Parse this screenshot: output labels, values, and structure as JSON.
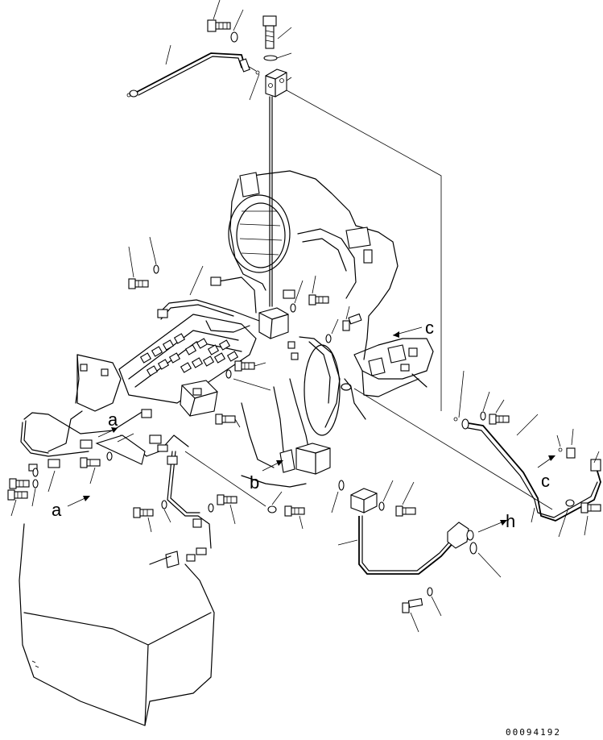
{
  "callouts": {
    "a_upper": "a",
    "a_lower": "a",
    "b": "b",
    "c_upper": "c",
    "c_lower": "c",
    "h": "h"
  },
  "drawing_code": "00094192"
}
